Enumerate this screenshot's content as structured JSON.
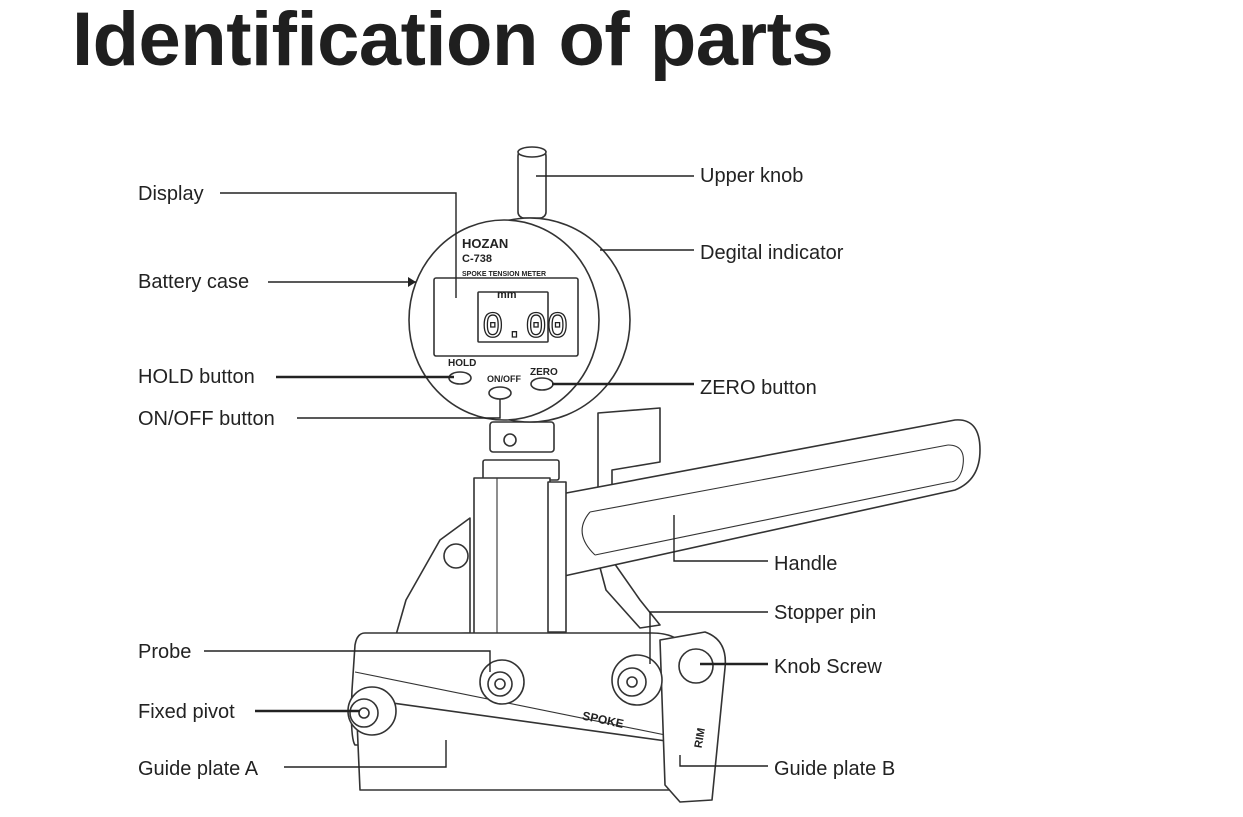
{
  "title": "Identification of parts",
  "device": {
    "brand": "HOZAN",
    "model": "C-738",
    "subtitle": "SPOKE TENSION METER",
    "unit": "mm",
    "reading": "0.00",
    "hold_label": "HOLD",
    "onoff_label": "ON/OFF",
    "zero_label": "ZERO",
    "spoke_label": "SPOKE",
    "rim_label": "RIM"
  },
  "labels": {
    "display": "Display",
    "battery_case": "Battery case",
    "hold_button": "HOLD button",
    "onoff_button": "ON/OFF button",
    "probe": "Probe",
    "fixed_pivot": "Fixed pivot",
    "guide_plate_a": "Guide plate A",
    "upper_knob": "Upper knob",
    "digital_indicator": "Degital indicator",
    "zero_button": "ZERO button",
    "handle": "Handle",
    "stopper_pin": "Stopper pin",
    "knob_screw": "Knob Screw",
    "guide_plate_b": "Guide plate B"
  }
}
